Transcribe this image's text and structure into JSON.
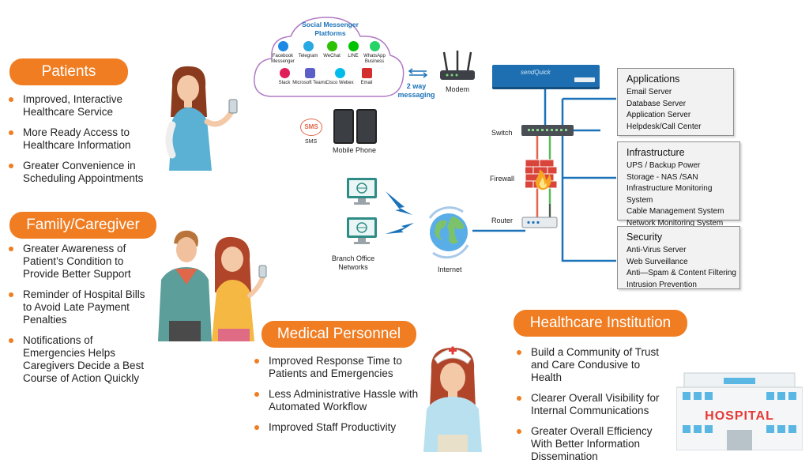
{
  "patients": {
    "title": "Patients",
    "items": [
      "Improved, Interactive Healthcare Service",
      "More Ready Access to Healthcare Information",
      "Greater Convenience in Scheduling Appointments"
    ]
  },
  "family": {
    "title": "Family/Caregiver",
    "items": [
      "Greater Awareness of Patient’s Condition to Provide Better Support",
      "Reminder of Hospital Bills to Avoid Late Payment Penalties",
      "Notifications of Emergencies Helps Caregivers Decide a Best Course of Action Quickly"
    ]
  },
  "medical": {
    "title": "Medical Personnel",
    "items": [
      "Improved Response Time to Patients and Emergencies",
      "Less Administrative Hassle with Automated Workflow",
      "Improved Staff Productivity"
    ]
  },
  "institution": {
    "title": "Healthcare Institution",
    "items": [
      "Build a Community of Trust and Care Condusive to Health",
      "Clearer Overall Visibility for Internal Communications",
      "Greater Overall Efficiency With Better Information Dissemination"
    ]
  },
  "cloud": {
    "title": "Social Messenger Platforms",
    "apps": [
      {
        "label": "Facebook Messenger",
        "color": "#1e88e5"
      },
      {
        "label": "Telegram",
        "color": "#29a9e1"
      },
      {
        "label": "WeChat",
        "color": "#2dc100"
      },
      {
        "label": "LINE",
        "color": "#00c300"
      },
      {
        "label": "WhatsApp Business",
        "color": "#25d366"
      },
      {
        "label": "Slack",
        "color": "#e01e5a"
      },
      {
        "label": "Microsoft Teams",
        "color": "#5b5fc7"
      },
      {
        "label": "Cisco Webex",
        "color": "#00bceb"
      },
      {
        "label": "Email",
        "color": "#d32f2f"
      }
    ]
  },
  "network": {
    "two_way": "2 way messaging",
    "modem": "Modem",
    "switch": "Switch",
    "firewall": "Firewall",
    "router": "Router",
    "internet": "Internet",
    "branch": "Branch Office Networks",
    "sms_icon": "SMS",
    "sms_label": "SMS",
    "mobile": "Mobile Phone",
    "hospital_sign": "HOSPITAL",
    "device_brand": "sendQuick"
  },
  "boxes": {
    "applications": {
      "title": "Applications",
      "items": [
        "Email Server",
        "Database Server",
        "Application Server",
        "Helpdesk/Call Center"
      ]
    },
    "infrastructure": {
      "title": "Infrastructure",
      "items": [
        "UPS / Backup Power",
        "Storage - NAS /SAN",
        "Infrastructure Monitoring System",
        "Cable Management System",
        "Network Monitoring System"
      ]
    },
    "security": {
      "title": "Security",
      "items": [
        "Anti-Virus Server",
        "Web Surveillance",
        "Anti—Spam & Content Filtering",
        "Intrusion Prevention"
      ]
    }
  },
  "colors": {
    "accent": "#f07d22",
    "network_line": "#1b72b8",
    "device_blue": "#1d6fb1",
    "firewall": "#d9453a"
  }
}
